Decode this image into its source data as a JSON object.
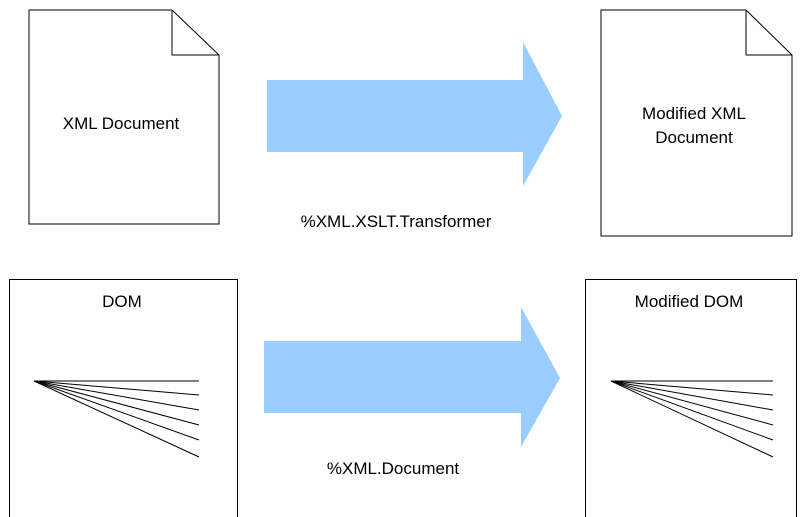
{
  "top_row": {
    "source_label": "XML Document",
    "target_label_line1": "Modified XML",
    "target_label_line2": "Document",
    "transform_label": "%XML.XSLT.Transformer"
  },
  "bottom_row": {
    "source_label": "DOM",
    "target_label": "Modified DOM",
    "transform_label": "%XML.Document"
  },
  "colors": {
    "arrow_fill": "#99ccff",
    "stroke": "#000000",
    "background": "#ffffff"
  }
}
